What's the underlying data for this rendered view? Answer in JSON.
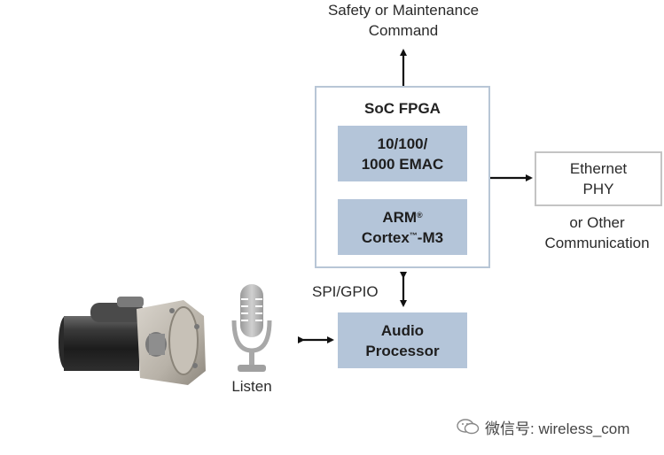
{
  "top_output": {
    "line1": "Safety or Maintenance",
    "line2": "Command"
  },
  "soc": {
    "title": "SoC FPGA"
  },
  "emac": {
    "line1": "10/100/",
    "line2": "1000 EMAC"
  },
  "arm": {
    "line1_base": "ARM",
    "line1_sup": "®",
    "line2_pre": "Cortex",
    "line2_sup": "™",
    "line2_post": "-M3"
  },
  "phy": {
    "line1": "Ethernet",
    "line2": "PHY"
  },
  "phy_alt": {
    "line1": "or Other",
    "line2": "Communication"
  },
  "spi_label": "SPI/GPIO",
  "audio": {
    "line1": "Audio",
    "line2": "Processor"
  },
  "mic": {
    "label": "Listen"
  },
  "watermark": {
    "text": "微信号: wireless_com"
  },
  "colors": {
    "block_fill": "#b4c5d9",
    "soc_border": "#b8c6d6",
    "phy_border": "#c4c4c4",
    "arrow": "#111111"
  }
}
